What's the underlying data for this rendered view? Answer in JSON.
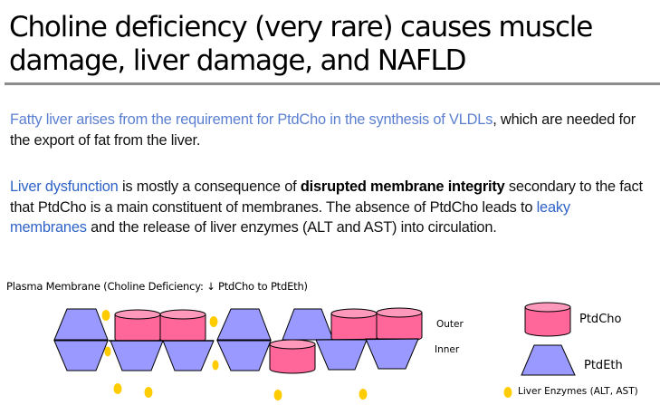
{
  "slide": {
    "title": "Choline deficiency (very rare) causes muscle damage, liver damage, and NAFLD",
    "paragraph1": {
      "highlight": "Fatty liver arises from the requirement for PtdCho in the synthesis of VLDLs",
      "rest": ", which are needed for the export of fat from the liver."
    },
    "paragraph2": {
      "term1": "Liver dysfunction",
      "text1": " is mostly a consequence of ",
      "bold1": "disrupted membrane integrity",
      "text2": " secondary to the fact that PtdCho is a main constituent of membranes.  The absence of PtdCho leads to ",
      "term2": "leaky membranes",
      "text3": " and the release of liver enzymes (ALT and AST) into circulation."
    }
  },
  "diagram": {
    "title": "Plasma Membrane (Choline Deficiency: ↓ PtdCho to PtdEth)",
    "layer_labels": {
      "outer": "Outer",
      "inner": "Inner"
    },
    "legend": {
      "ptdcho": "PtdCho",
      "ptdeth": "PtdEth",
      "enzymes": "Liver Enzymes (ALT, AST)"
    },
    "colors": {
      "ptdcho_fill": "#ff6699",
      "ptdcho_top": "#ff99bb",
      "ptdeth_fill": "#9999ff",
      "enzyme": "#ffcc00"
    }
  }
}
